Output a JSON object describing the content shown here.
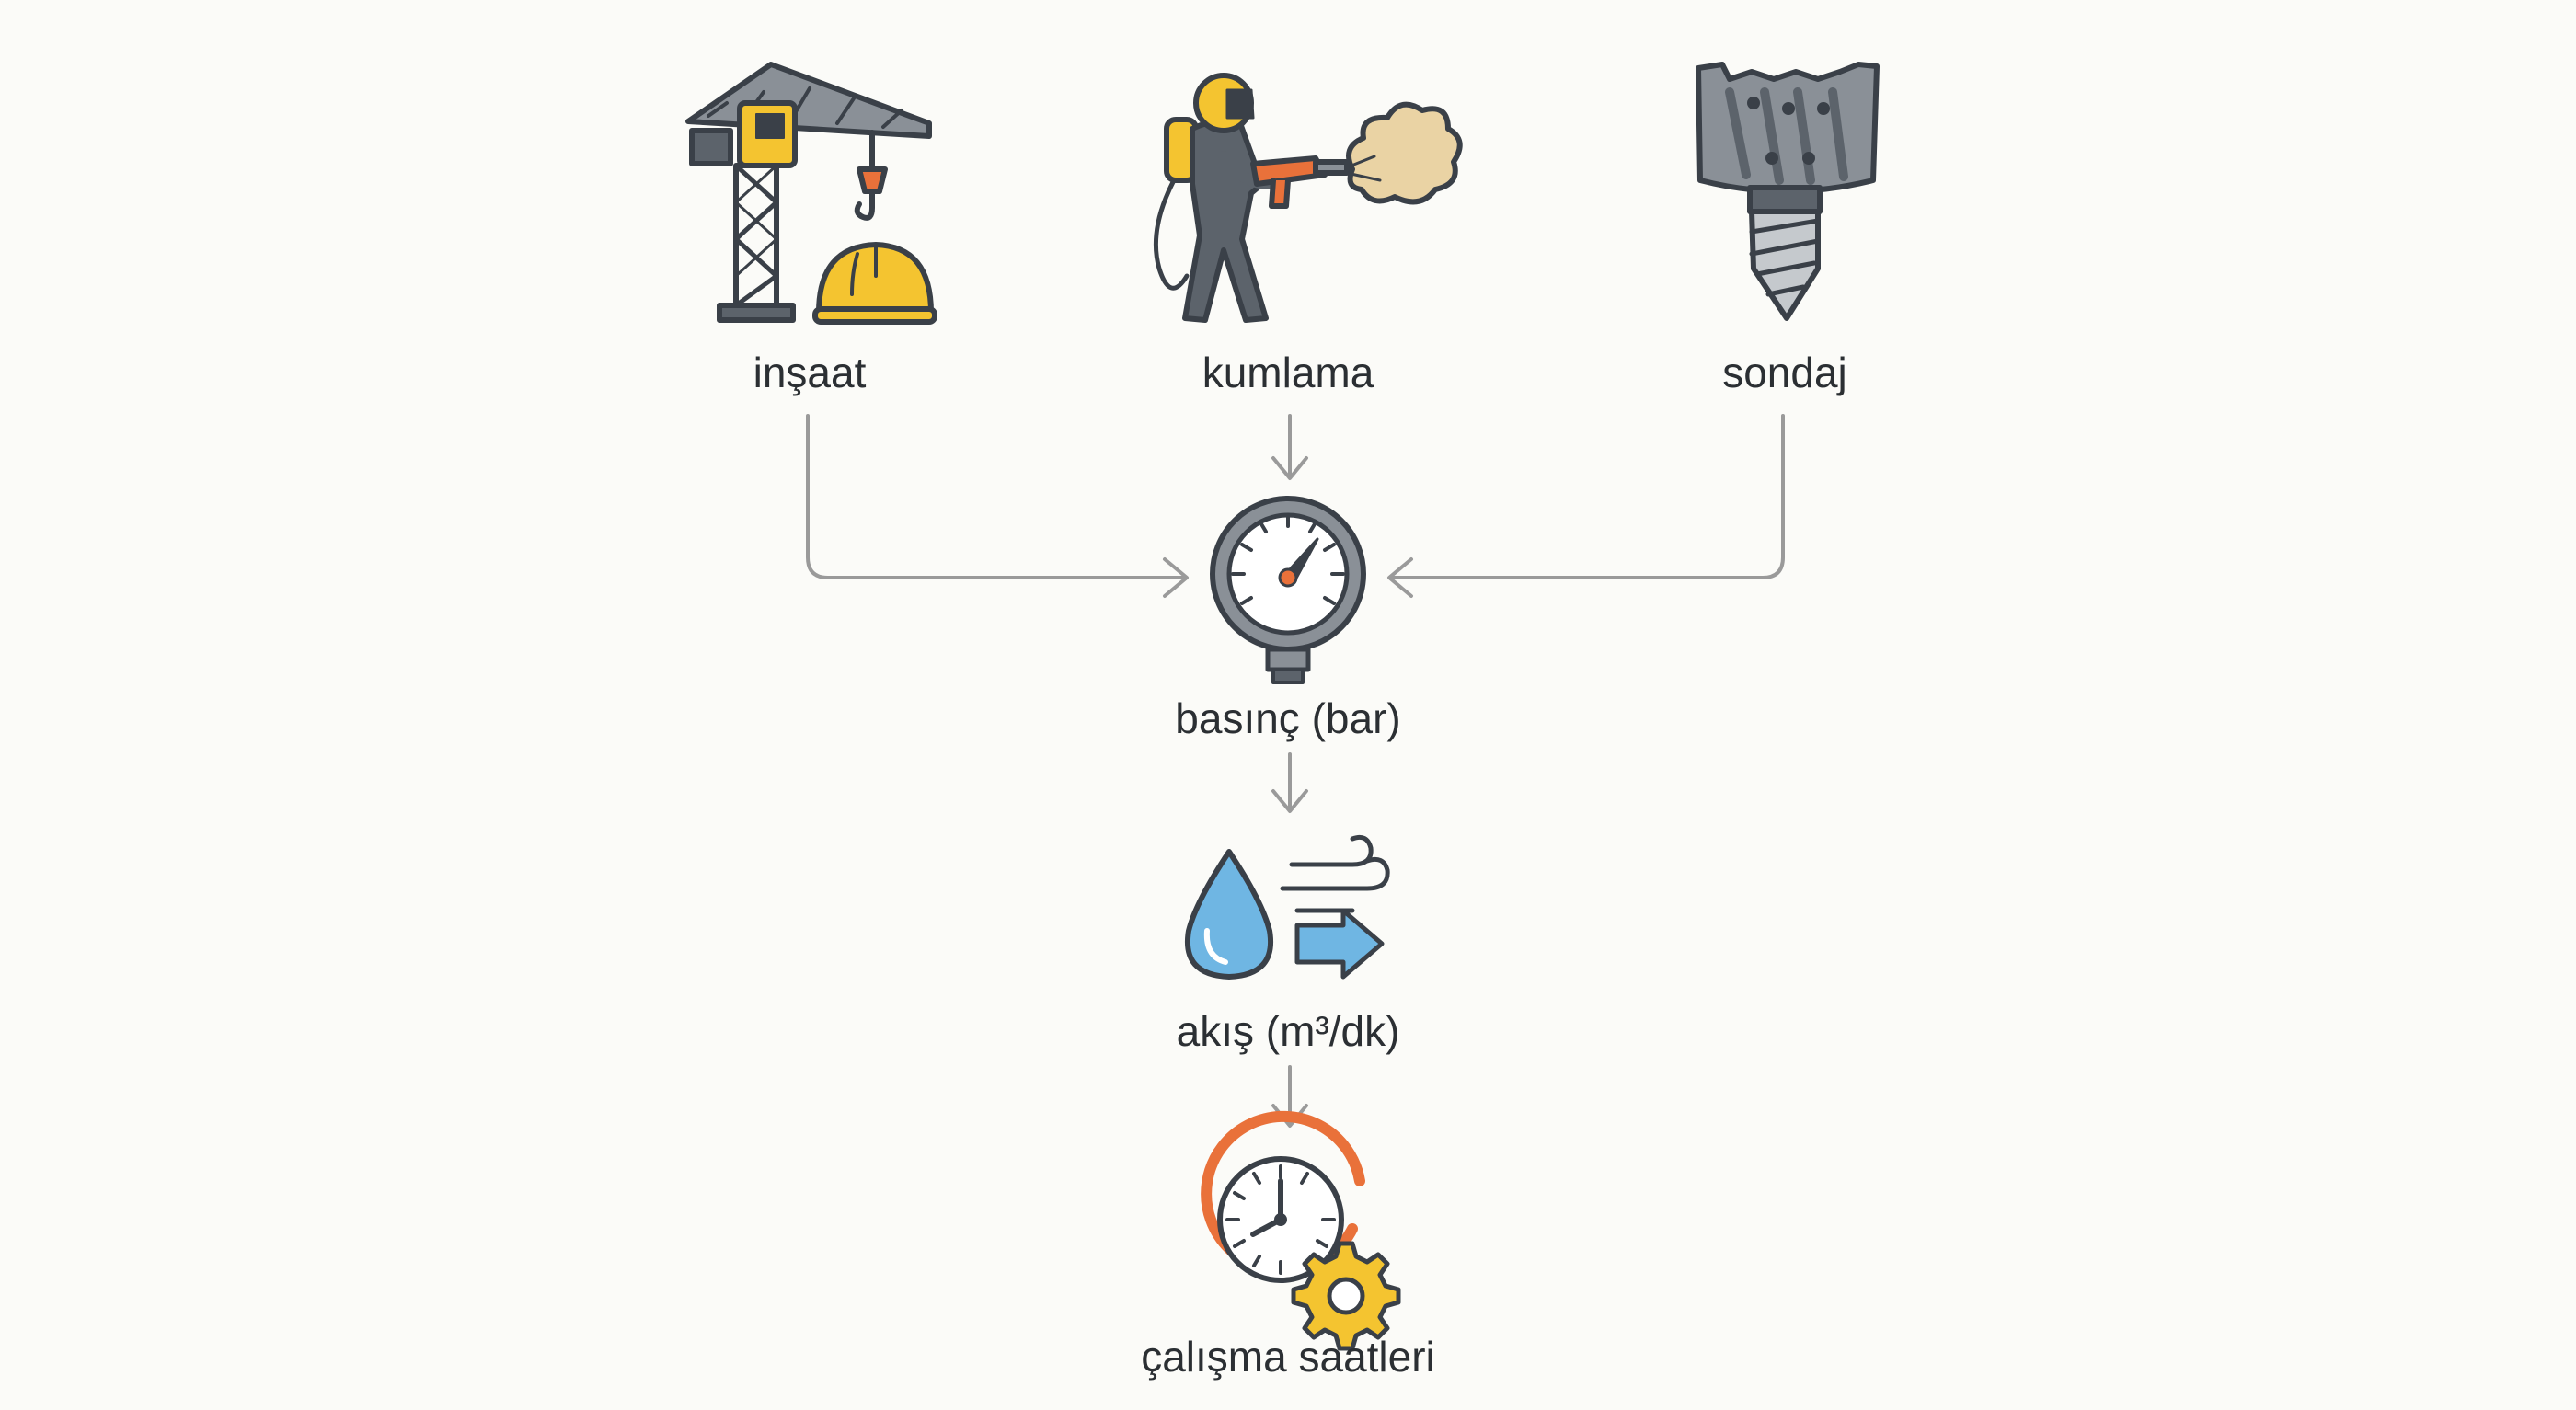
{
  "diagram": {
    "sources": [
      {
        "id": "insaat",
        "label": "inşaat",
        "icon": "crane-hardhat-icon"
      },
      {
        "id": "kumlama",
        "label": "kumlama",
        "icon": "sandblaster-worker-icon"
      },
      {
        "id": "sondaj",
        "label": "sondaj",
        "icon": "drill-bit-icon"
      }
    ],
    "chain": [
      {
        "id": "basinc",
        "label": "basınç (bar)",
        "icon": "pressure-gauge-icon"
      },
      {
        "id": "akis",
        "label": "akış (m³/dk)",
        "icon": "water-flow-icon"
      },
      {
        "id": "calisma",
        "label": "çalışma saatleri",
        "icon": "clock-gear-icon"
      }
    ],
    "edges": [
      {
        "from": "insaat",
        "to": "basinc"
      },
      {
        "from": "kumlama",
        "to": "basinc"
      },
      {
        "from": "sondaj",
        "to": "basinc"
      },
      {
        "from": "basinc",
        "to": "akis"
      },
      {
        "from": "akis",
        "to": "calisma"
      }
    ]
  },
  "colors": {
    "outline": "#3a4048",
    "yellow": "#f4c430",
    "grey": "#8a9097",
    "darkGrey": "#5c636b",
    "blue": "#6fb6e3",
    "orange": "#e9713a",
    "sand": "#ead3a4",
    "arrow": "#9a9a9a"
  }
}
